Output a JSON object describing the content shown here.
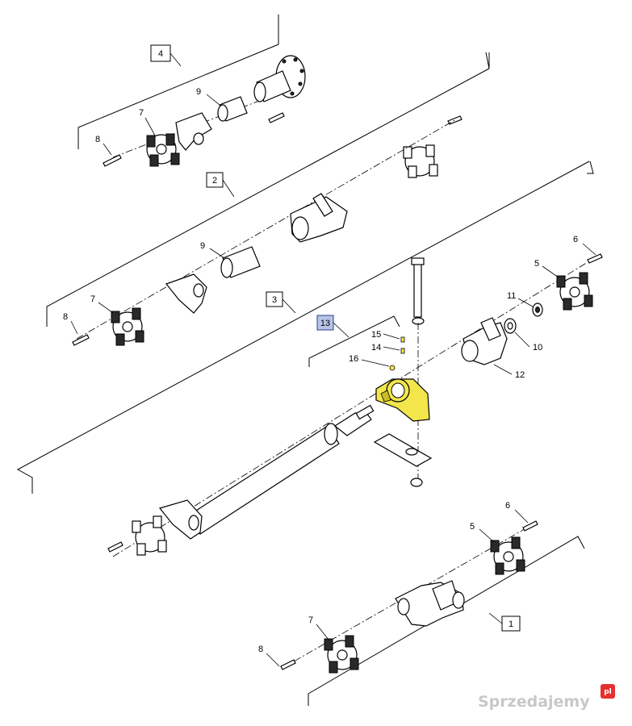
{
  "assemblies": [
    {
      "label": "4"
    },
    {
      "label": "2"
    },
    {
      "label": "3"
    },
    {
      "label": "13",
      "highlighted": true
    },
    {
      "label": "1"
    }
  ],
  "callouts": [
    "8",
    "7",
    "9",
    "9",
    "8",
    "7",
    "6",
    "5",
    "11",
    "10",
    "12",
    "15",
    "14",
    "16",
    "6",
    "5",
    "7",
    "8"
  ],
  "highlight_color": "#f2e64a",
  "highlight_box_color": "#b7c4e6",
  "watermark": {
    "text": "Sprzedajemy",
    "badge": "pl",
    "badge_color": "#e5302f"
  }
}
